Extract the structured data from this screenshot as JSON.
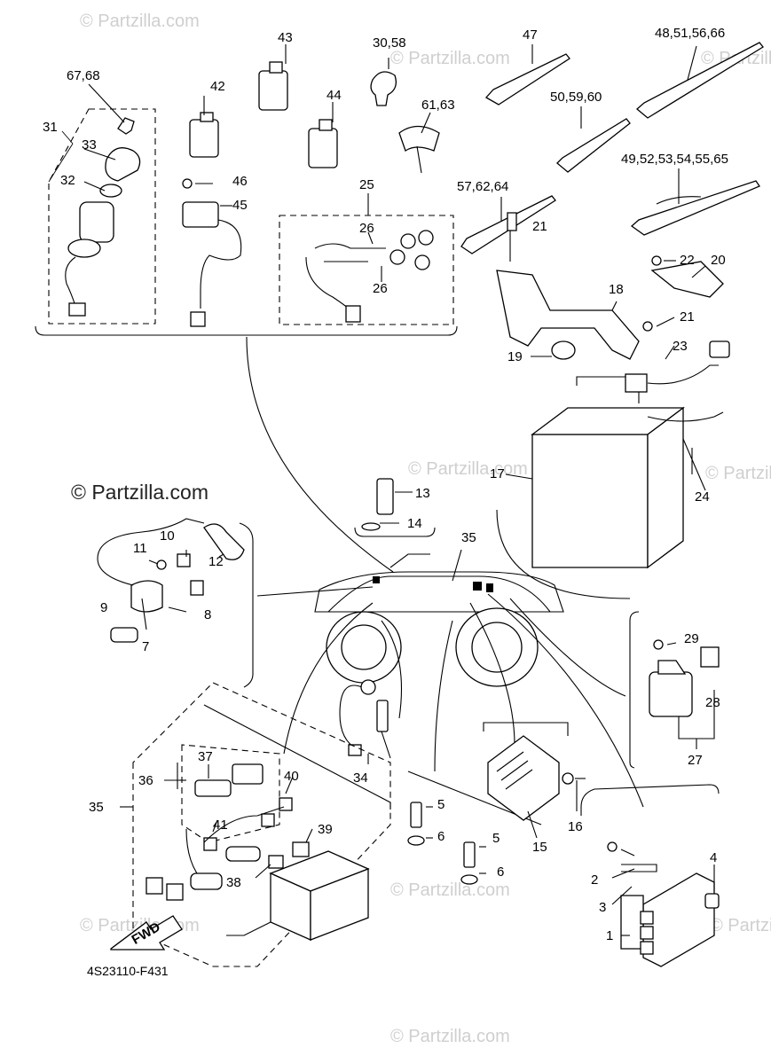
{
  "diagram": {
    "drawing_code": "4S23110-F431",
    "fwd_label": "FWD",
    "watermarks": [
      "© Partzilla.com",
      "© Partzilla.com",
      "© Partzilla.com",
      "© Partzilla.com",
      "© Partzilla.com",
      "© Partzilla.com",
      "© Partzilla.com",
      "© Partzilla.com",
      "© Partzilla.com",
      "© Partzilla.com"
    ],
    "callouts": [
      "67,68",
      "31",
      "33",
      "32",
      "42",
      "43",
      "30,58",
      "47",
      "48,51,56,66",
      "61,63",
      "44",
      "50,59,60",
      "49,52,53,54,55,65",
      "46",
      "45",
      "25",
      "26",
      "26",
      "57,62,64",
      "21",
      "22",
      "20",
      "18",
      "21",
      "19",
      "23",
      "17",
      "24",
      "13",
      "14",
      "35",
      "10",
      "11",
      "12",
      "9",
      "8",
      "7",
      "29",
      "28",
      "27",
      "34",
      "37",
      "36",
      "40",
      "35",
      "41",
      "39",
      "38",
      "5",
      "6",
      "5",
      "6",
      "15",
      "16",
      "4",
      "2",
      "3",
      "1"
    ]
  }
}
